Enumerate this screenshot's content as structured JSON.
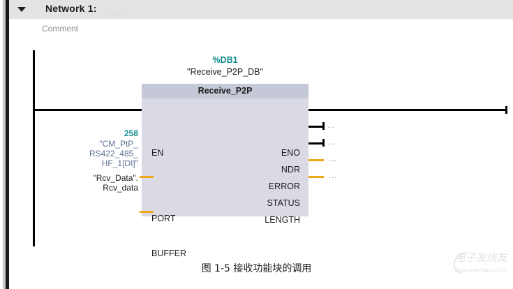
{
  "network": {
    "title": "Network 1:",
    "title_placeholder": "......",
    "collapse_icon": "triangle-down-icon",
    "comment": "Comment"
  },
  "block": {
    "db_number": "%DB1",
    "db_name": "\"Receive_P2P_DB\"",
    "name": "Receive_P2P",
    "inputs": [
      {
        "pin": "EN",
        "operand": null
      },
      {
        "pin": "PORT",
        "operand_value": "258",
        "operand_tag": "\"CM_PtP_\nRS422_485_\nHF_1[DI]\""
      },
      {
        "pin": "BUFFER",
        "operand_tag": "\"Rcv_Data\".\nRcv_data"
      }
    ],
    "outputs": [
      {
        "pin": "ENO",
        "wire": "black",
        "value": null
      },
      {
        "pin": "NDR",
        "wire": "black",
        "value": "..."
      },
      {
        "pin": "ERROR",
        "wire": "black",
        "value": "..."
      },
      {
        "pin": "STATUS",
        "wire": "orange",
        "value": "..."
      },
      {
        "pin": "LENGTH",
        "wire": "orange",
        "value": "..."
      }
    ]
  },
  "caption": "图 1-5  接收功能块的调用",
  "watermark": {
    "script": "电子发烧友",
    "url": "www.elecfans.com"
  },
  "colors": {
    "db_teal": "#0d8b8b",
    "tag_slate": "#5d7090",
    "wire_orange": "#f0a81c",
    "block_body": "#d9dae3",
    "block_header": "#c5c8d6",
    "header_band": "#e3e3e3"
  }
}
